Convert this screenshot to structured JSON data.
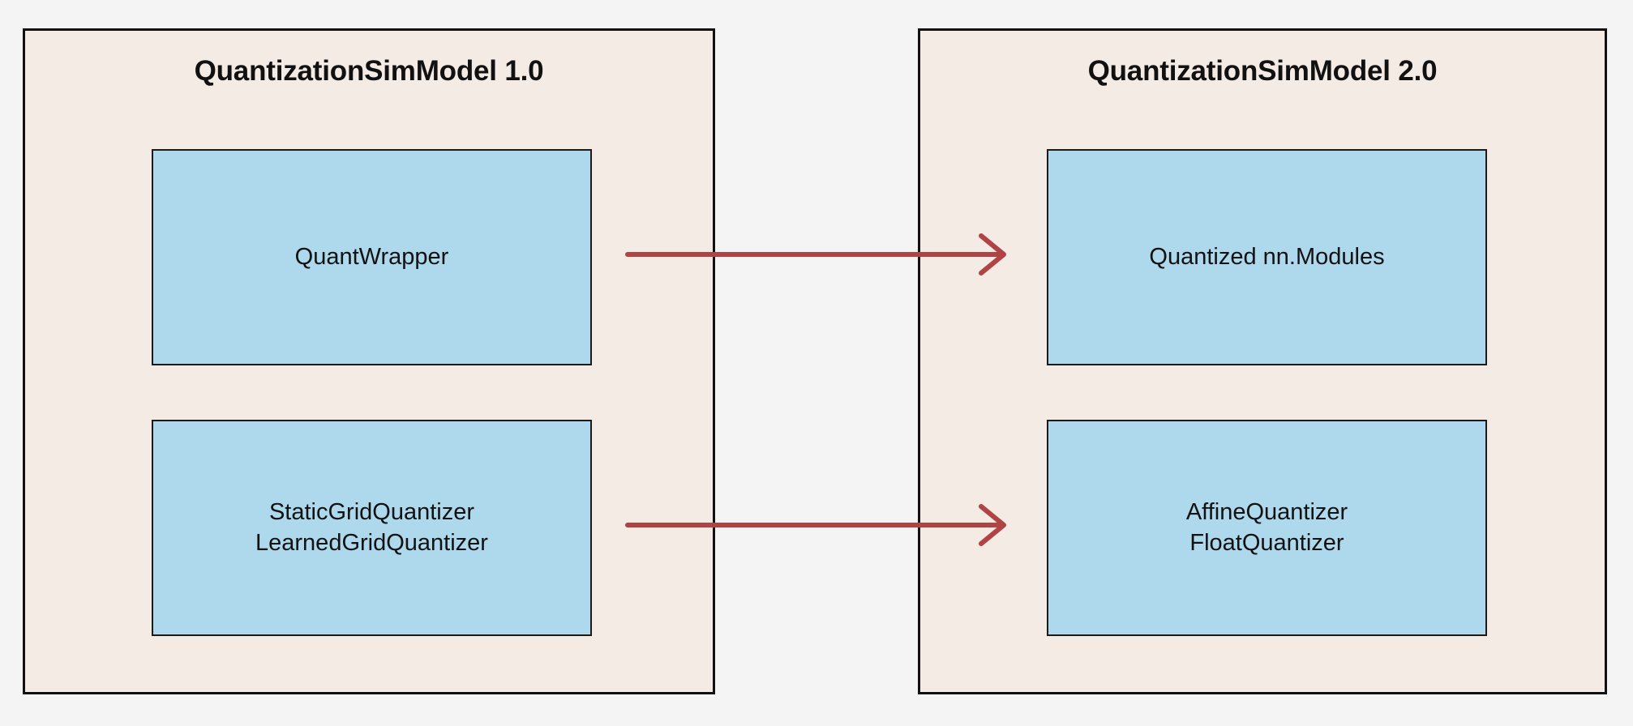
{
  "theme": {
    "page_background": "#f4f4f4",
    "panel_background": "#f5ebe5",
    "panel_border": "#111111",
    "node_background": "#aed8ec",
    "node_border": "#1b1b1b",
    "arrow_color": "#b04444",
    "text_color": "#121212"
  },
  "diagram": {
    "type": "comparison-mapping",
    "panels": [
      {
        "id": "left",
        "title": "QuantizationSimModel 1.0",
        "nodes": [
          {
            "id": "quantwrapper",
            "label": "QuantWrapper"
          },
          {
            "id": "gridquantizers",
            "label": "StaticGridQuantizer\nLearnedGridQuantizer"
          }
        ]
      },
      {
        "id": "right",
        "title": "QuantizationSimModel 2.0",
        "nodes": [
          {
            "id": "quantized-modules",
            "label": "Quantized nn.Modules"
          },
          {
            "id": "new-quantizers",
            "label": "AffineQuantizer\nFloatQuantizer"
          }
        ]
      }
    ],
    "connections": [
      {
        "id": "arrow-top",
        "from": "quantwrapper",
        "to": "quantized-modules",
        "style": "solid-arrow"
      },
      {
        "id": "arrow-bottom",
        "from": "gridquantizers",
        "to": "new-quantizers",
        "style": "solid-arrow"
      }
    ]
  }
}
